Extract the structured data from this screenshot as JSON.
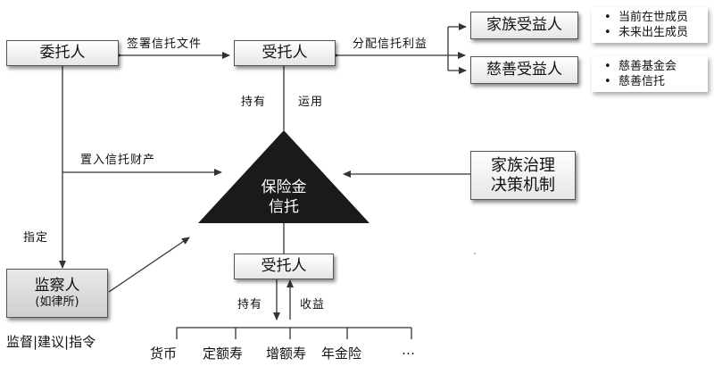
{
  "nodes": {
    "settlor": "委托人",
    "trustee_top": "受托人",
    "family_beneficiary": "家族受益人",
    "charity_beneficiary": "慈善受益人",
    "insurance_trust_line1": "保险金",
    "insurance_trust_line2": "信托",
    "family_governance_line1": "家族治理",
    "family_governance_line2": "决策机制",
    "trustee_bottom": "受托人",
    "protector": "监察人",
    "protector_sub": "(如律所)"
  },
  "family_beneficiary_list": [
    "当前在世成员",
    "未来出生成员"
  ],
  "charity_beneficiary_list": [
    "慈善基金会",
    "慈善信托"
  ],
  "edge_labels": {
    "sign_trust_docs": "签署信托文件",
    "distribute_benefits": "分配信托利益",
    "hold_top": "持有",
    "use": "运用",
    "place_trust_property": "置入信托财产",
    "appoint": "指定",
    "hold_bottom": "持有",
    "income": "收益"
  },
  "products": [
    "货币",
    "定额寿",
    "增额寿",
    "年金险",
    "…"
  ],
  "protector_roles": "监督|建议|指令"
}
